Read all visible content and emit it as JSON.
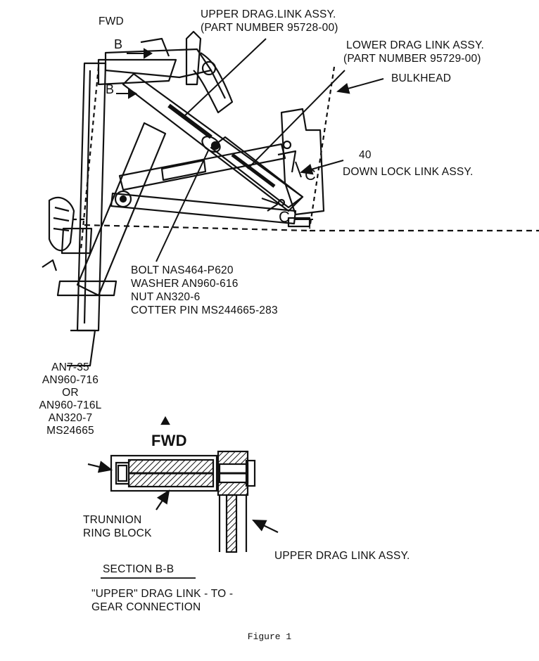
{
  "labels": {
    "fwd_top": "FWD",
    "upper_drag_link": "UPPER DRAG.LINK ASSY.",
    "upper_part_number": "(PART NUMBER 95728-00)",
    "lower_drag_link": "LOWER DRAG LINK ASSY.",
    "lower_part_number": "(PART NUMBER 95729-00)",
    "bulkhead": "BULKHEAD",
    "section_b_top": "B",
    "section_b_mid": "B",
    "item_40": "40",
    "down_lock": "DOWN LOCK LINK ASSY.",
    "section_c_upper": "C",
    "section_c_lower": "C",
    "bolt": "BOLT NAS464-P620",
    "washer": "WASHER AN960-616",
    "nut": "NUT AN320-6",
    "cotter_pin": "COTTER PIN MS244665-283",
    "hw_bolt": "AN7-35",
    "hw_washer": "AN960-716",
    "hw_or": "OR",
    "hw_washer_alt": "AN960-716L",
    "hw_nut": "AN320-7",
    "hw_pin": "MS24665",
    "fwd_section": "FWD",
    "trunnion": "TRUNNION",
    "ring_block": "RING BLOCK",
    "upper_drag_link_section": "UPPER DRAG LINK ASSY.",
    "section_title": "SECTION B-B",
    "connection_line1": "\"UPPER\" DRAG LINK - TO -",
    "connection_line2": "GEAR CONNECTION",
    "caption": "Figure 1"
  }
}
